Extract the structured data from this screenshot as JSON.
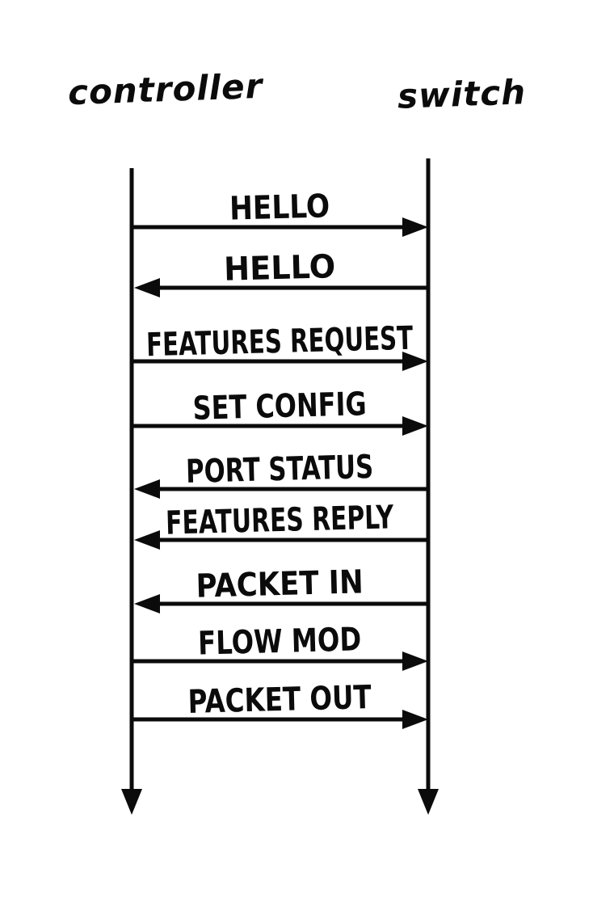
{
  "page": {
    "background": "#ffffff",
    "ink": "#0b0b0b"
  },
  "diagram": {
    "type": "sequence",
    "title": "",
    "actors": [
      {
        "id": "controller",
        "name": "controller"
      },
      {
        "id": "switch",
        "name": "switch"
      }
    ],
    "messages": [
      {
        "label": "HELLO",
        "from": "controller",
        "to": "switch"
      },
      {
        "label": "HELLO",
        "from": "switch",
        "to": "controller"
      },
      {
        "label": "FEATURES REQUEST",
        "from": "controller",
        "to": "switch"
      },
      {
        "label": "SET CONFIG",
        "from": "controller",
        "to": "switch"
      },
      {
        "label": "PORT STATUS",
        "from": "switch",
        "to": "controller"
      },
      {
        "label": "FEATURES REPLY",
        "from": "switch",
        "to": "controller"
      },
      {
        "label": "PACKET IN",
        "from": "switch",
        "to": "controller"
      },
      {
        "label": "FLOW MOD",
        "from": "controller",
        "to": "switch"
      },
      {
        "label": "PACKET OUT",
        "from": "controller",
        "to": "switch"
      }
    ],
    "layout": {
      "actor_x": {
        "controller": 163,
        "switch": 530
      },
      "lifeline_top": {
        "controller": 208,
        "switch": 196
      },
      "lifeline_bottom": 1008,
      "message_y": [
        281,
        356,
        447,
        527,
        605,
        668,
        747,
        818,
        890
      ],
      "label_width": [
        124,
        138,
        330,
        215,
        232,
        282,
        207,
        202,
        227
      ]
    }
  }
}
